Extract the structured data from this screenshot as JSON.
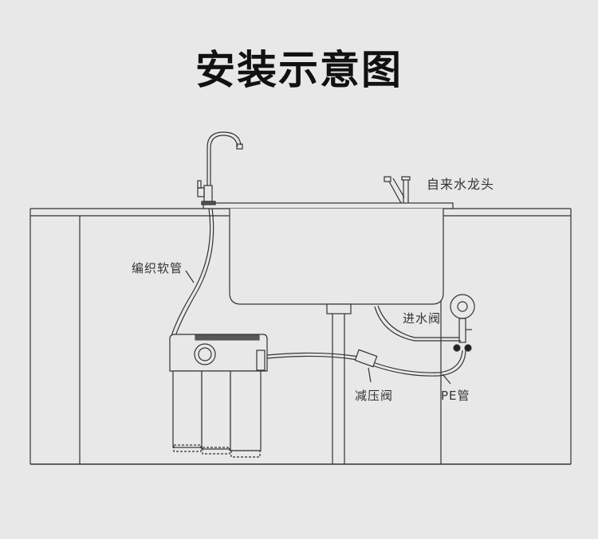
{
  "title": "安装示意图",
  "labels": {
    "tap": "自来水龙头",
    "hose": "编织软管",
    "inlet_valve": "进水阀",
    "pressure_valve": "减压阀",
    "pe_pipe": "PE管"
  }
}
